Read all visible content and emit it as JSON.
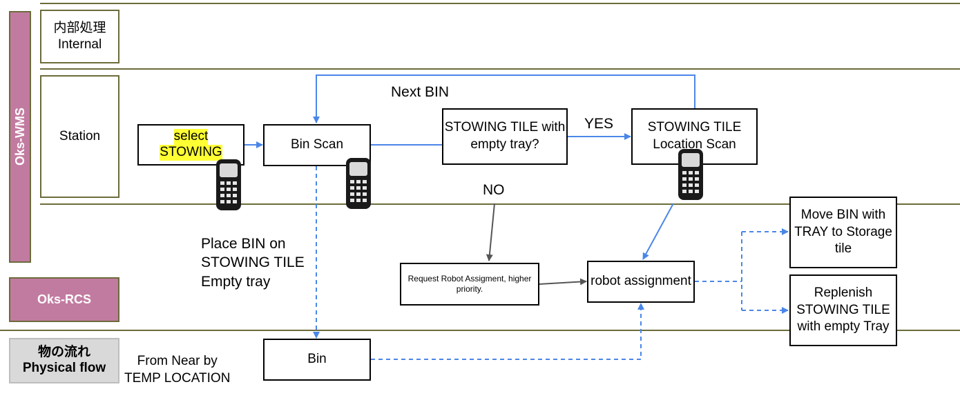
{
  "lanes": {
    "internal_label_jp": "内部処理",
    "internal_label_en": "Internal",
    "station_label": "Station",
    "oks_wms_label": "Oks-WMS",
    "oks_rcs_label": "Oks-RCS",
    "physical_flow_jp": "物の流れ",
    "physical_flow_en": "Physical flow"
  },
  "nodes": {
    "select_stowing_line1": "select",
    "select_stowing_line2": "STOWING",
    "bin_scan": "Bin Scan",
    "stowing_tile_question": "STOWING TILE with empty tray?",
    "stowing_tile_location_scan": "STOWING TILE Location Scan",
    "request_robot": "Request Robot Assigment, higher priority.",
    "robot_assignment": "robot assignment",
    "move_bin": "Move BIN with TRAY to Storage tile",
    "replenish": "Replenish STOWING TILE with empty Tray",
    "bin": "Bin"
  },
  "edge_labels": {
    "next_bin": "Next BIN",
    "yes": "YES",
    "no": "NO",
    "place_bin_line1": "Place BIN on",
    "place_bin_line2": "STOWING TILE",
    "place_bin_line3": "Empty tray",
    "from_near_line1": "From Near by",
    "from_near_line2": "TEMP LOCATION"
  },
  "colors": {
    "edge_blue": "#4a86e8",
    "edge_gray": "#555555",
    "lane_line": "#6b6b3a",
    "wms_pink": "#c27ba0",
    "highlight": "#ffff33"
  },
  "icons": [
    "handheld-scanner-icon"
  ]
}
